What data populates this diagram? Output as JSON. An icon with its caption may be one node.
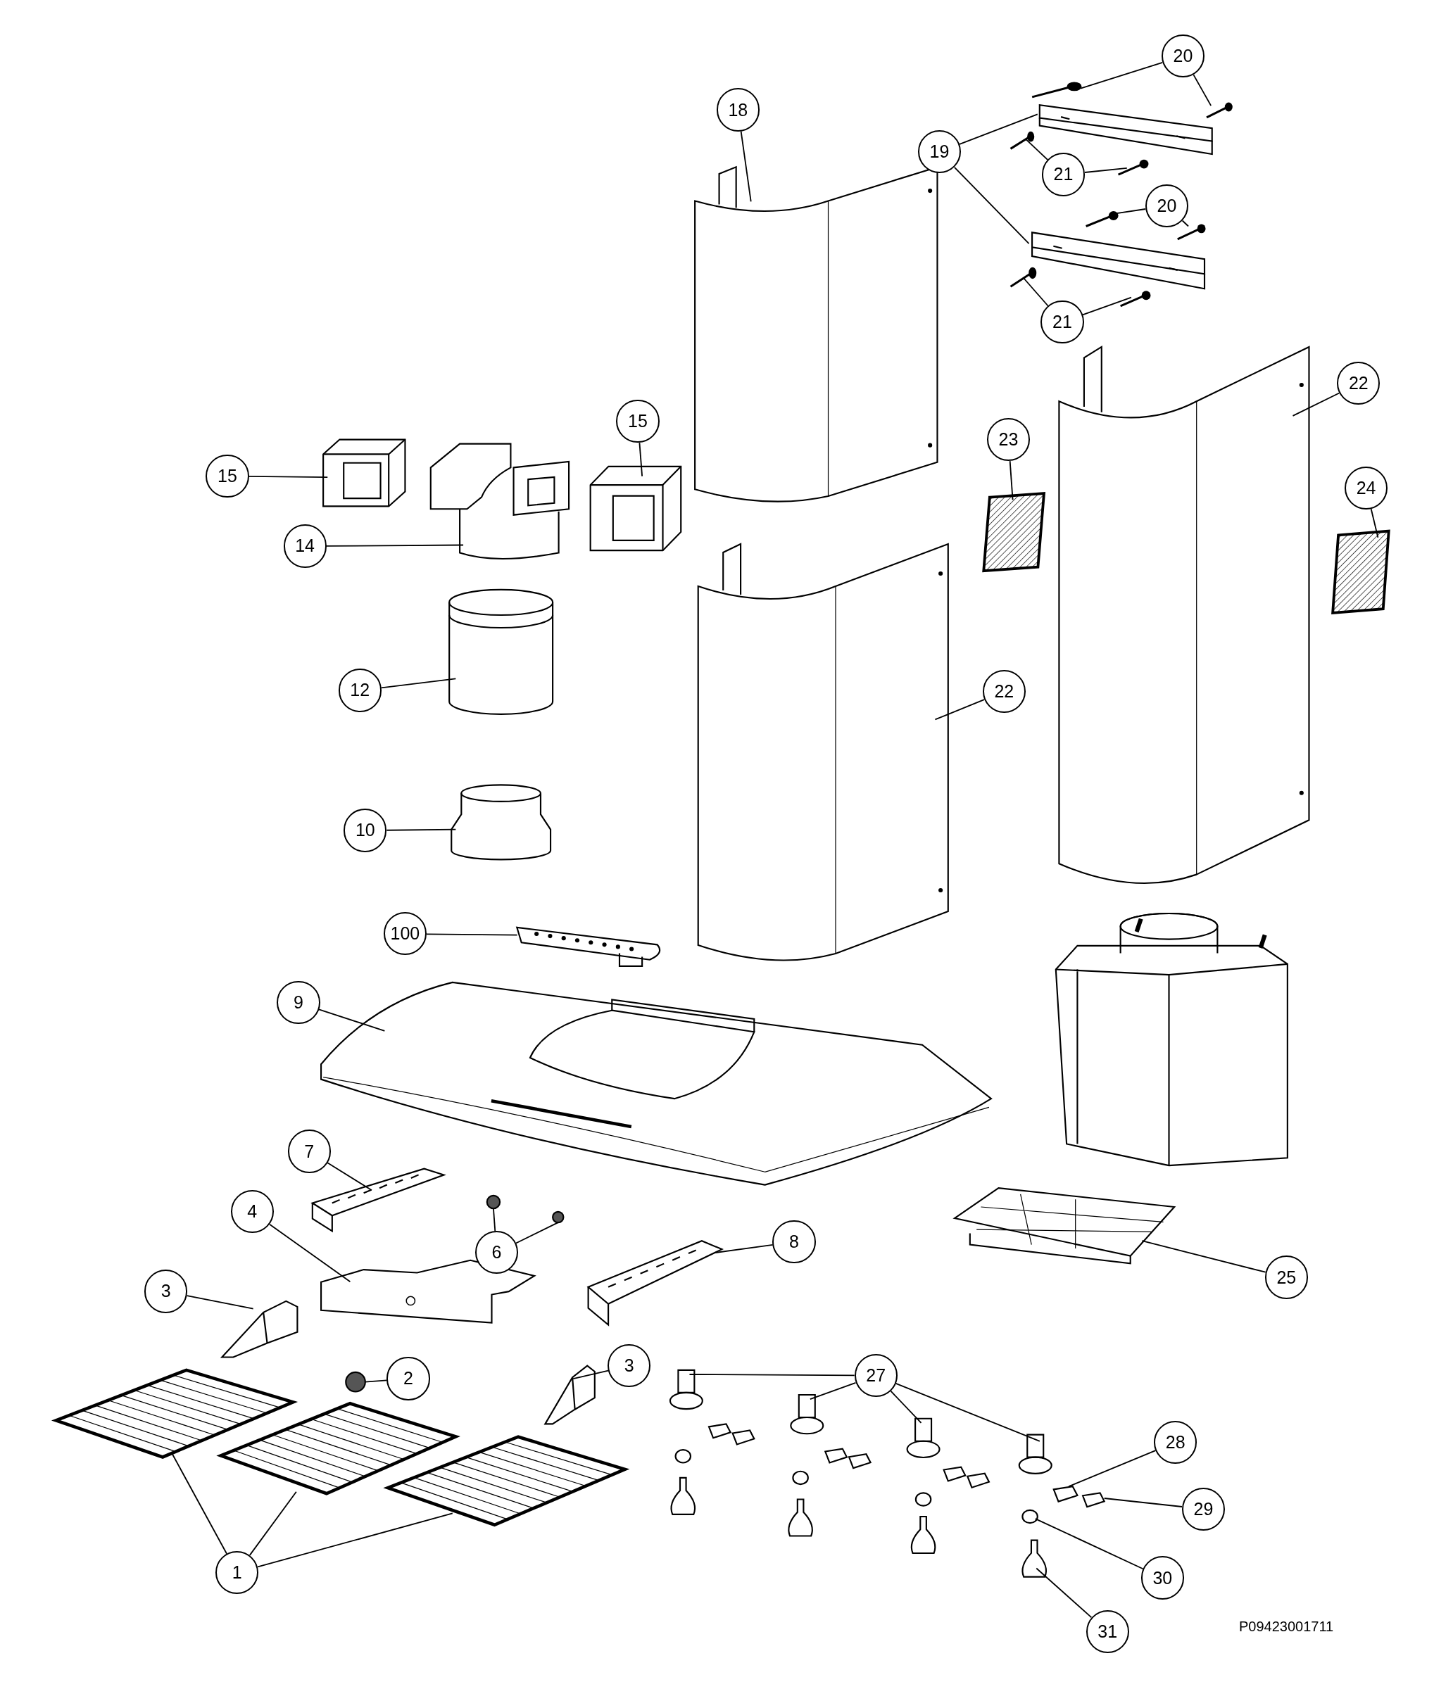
{
  "diagram": {
    "nodes": [
      {
        "text": [
          "18"
        ]
      },
      {
        "text": [],
        "shape": "picture"
      },
      {
        "text": [
          "20"
        ]
      },
      {
        "text": [],
        "shape": "picture"
      },
      {
        "text": [],
        "shape": "picture"
      },
      {
        "text": [
          "19"
        ]
      },
      {
        "text": [],
        "shape": "picture"
      },
      {
        "text": [
          "21"
        ]
      },
      {
        "text": [],
        "shape": "picture"
      },
      {
        "text": [],
        "shape": "picture"
      },
      {
        "text": [
          "20"
        ]
      },
      {
        "text": [],
        "shape": "picture"
      },
      {
        "text": [],
        "shape": "picture"
      },
      {
        "text": [],
        "shape": "picture"
      },
      {
        "text": [
          "21"
        ]
      },
      {
        "text": [],
        "shape": "picture"
      },
      {
        "text": [],
        "shape": "picture"
      },
      {
        "text": [
          "15"
        ]
      },
      {
        "text": [],
        "shape": "picture"
      },
      {
        "text": [],
        "shape": "picture"
      },
      {
        "text": [],
        "shape": "picture"
      },
      {
        "text": [
          "15"
        ]
      },
      {
        "text": [
          "14"
        ]
      },
      {
        "text": [
          "23"
        ]
      },
      {
        "text": [],
        "shape": "box"
      },
      {
        "text": [
          "22"
        ]
      },
      {
        "text": [],
        "shape": "picture"
      },
      {
        "text": [
          "24"
        ]
      },
      {
        "text": [],
        "shape": "box"
      },
      {
        "text": [
          "12"
        ]
      },
      {
        "text": [],
        "shape": "picture"
      },
      {
        "text": [
          "22"
        ]
      },
      {
        "text": [],
        "shape": "picture"
      },
      {
        "text": [
          "10"
        ]
      },
      {
        "text": [],
        "shape": "picture"
      },
      {
        "text": [
          "100"
        ]
      },
      {
        "text": [],
        "shape": "picture"
      },
      {
        "text": [
          "9"
        ]
      },
      {
        "text": [],
        "shape": "picture"
      },
      {
        "text": [
          "7"
        ]
      },
      {
        "text": [],
        "shape": "picture"
      },
      {
        "text": [
          "4"
        ]
      },
      {
        "text": [],
        "shape": "picture"
      },
      {
        "text": [],
        "shape": "circle"
      },
      {
        "text": [],
        "shape": "circle"
      },
      {
        "text": [
          "6"
        ]
      },
      {
        "text": [
          "8"
        ]
      },
      {
        "text": [],
        "shape": "picture"
      },
      {
        "text": [],
        "shape": "picture"
      },
      {
        "text": [
          "25"
        ]
      },
      {
        "text": [
          "3"
        ]
      },
      {
        "text": [],
        "shape": "picture"
      },
      {
        "text": [
          "2"
        ]
      },
      {
        "text": [],
        "shape": "circle"
      },
      {
        "text": [
          "3"
        ]
      },
      {
        "text": [],
        "shape": "picture"
      },
      {
        "text": [
          "27"
        ]
      },
      {
        "text": [],
        "shape": "picture"
      },
      {
        "text": [],
        "shape": "picture"
      },
      {
        "text": [],
        "shape": "picture"
      },
      {
        "text": [],
        "shape": "picture"
      },
      {
        "text": [
          "28"
        ]
      },
      {
        "text": [],
        "shape": "picture"
      },
      {
        "text": [],
        "shape": "picture"
      },
      {
        "text": [
          "29"
        ]
      },
      {
        "text": [],
        "shape": "circle"
      },
      {
        "text": [
          "30"
        ]
      },
      {
        "text": [],
        "shape": "picture"
      },
      {
        "text": [
          "31"
        ]
      },
      {
        "text": [],
        "shape": "picture"
      },
      {
        "text": [],
        "shape": "picture"
      },
      {
        "text": [],
        "shape": "picture"
      },
      {
        "text": [
          "1"
        ]
      }
    ],
    "edges": [
      {
        "from": 0,
        "to": 1,
        "arrow": "none"
      },
      {
        "from": 2,
        "to": 3,
        "arrow": "none"
      },
      {
        "from": 2,
        "to": 4,
        "arrow": "none"
      },
      {
        "from": 5,
        "to": 6,
        "arrow": "none"
      },
      {
        "from": 5,
        "to": 13,
        "arrow": "none"
      },
      {
        "from": 7,
        "to": 8,
        "arrow": "none"
      },
      {
        "from": 7,
        "to": 9,
        "arrow": "none"
      },
      {
        "from": 10,
        "to": 11,
        "arrow": "none"
      },
      {
        "from": 10,
        "to": 12,
        "arrow": "none"
      },
      {
        "from": 14,
        "to": 15,
        "arrow": "none"
      },
      {
        "from": 14,
        "to": 16,
        "arrow": "none"
      },
      {
        "from": 17,
        "to": 18,
        "arrow": "none"
      },
      {
        "from": 21,
        "to": 20,
        "arrow": "none"
      },
      {
        "from": 22,
        "to": 19,
        "arrow": "none"
      },
      {
        "from": 23,
        "to": 24,
        "arrow": "none"
      },
      {
        "from": 25,
        "to": 26,
        "arrow": "none"
      },
      {
        "from": 27,
        "to": 28,
        "arrow": "none"
      },
      {
        "from": 29,
        "to": 30,
        "arrow": "none"
      },
      {
        "from": 31,
        "to": 32,
        "arrow": "none"
      },
      {
        "from": 33,
        "to": 34,
        "arrow": "none"
      },
      {
        "from": 35,
        "to": 36,
        "arrow": "none"
      },
      {
        "from": 37,
        "to": 38,
        "arrow": "none"
      },
      {
        "from": 39,
        "to": 40,
        "arrow": "none"
      },
      {
        "from": 41,
        "to": 42,
        "arrow": "none"
      },
      {
        "from": 45,
        "to": 43,
        "arrow": "none"
      },
      {
        "from": 45,
        "to": 44,
        "arrow": "none"
      },
      {
        "from": 46,
        "to": 47,
        "arrow": "none"
      },
      {
        "from": 49,
        "to": 48,
        "arrow": "none"
      },
      {
        "from": 50,
        "to": 51,
        "arrow": "none"
      },
      {
        "from": 52,
        "to": 53,
        "arrow": "none"
      },
      {
        "from": 54,
        "to": 55,
        "arrow": "none"
      },
      {
        "from": 56,
        "to": 57,
        "arrow": "none"
      },
      {
        "from": 56,
        "to": 58,
        "arrow": "none"
      },
      {
        "from": 56,
        "to": 59,
        "arrow": "none"
      },
      {
        "from": 56,
        "to": 60,
        "arrow": "none"
      },
      {
        "from": 61,
        "to": 62,
        "arrow": "none"
      },
      {
        "from": 64,
        "to": 63,
        "arrow": "none"
      },
      {
        "from": 66,
        "to": 65,
        "arrow": "none"
      },
      {
        "from": 68,
        "to": 67,
        "arrow": "none"
      },
      {
        "from": 72,
        "to": 69,
        "arrow": "none"
      },
      {
        "from": 72,
        "to": 70,
        "arrow": "none"
      },
      {
        "from": 72,
        "to": 71,
        "arrow": "none"
      }
    ],
    "labels": [
      "P09423001711"
    ]
  }
}
